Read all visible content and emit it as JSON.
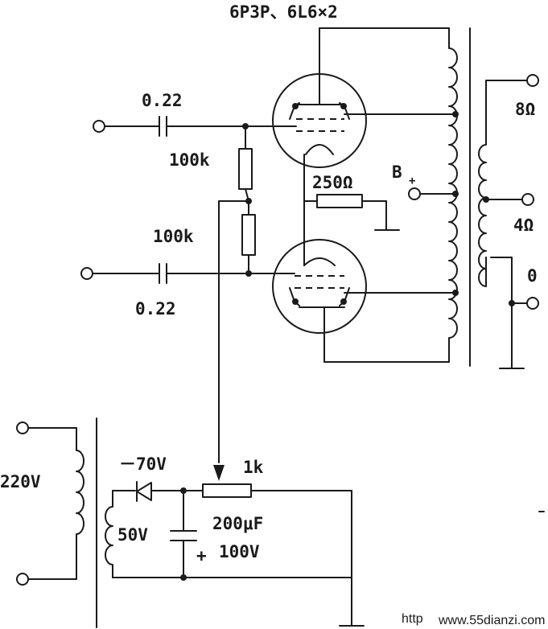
{
  "tube_label": "6P3P、6L6×2",
  "cap_top": "0.22",
  "cap_bottom": "0.22",
  "res_top": "100k",
  "res_bottom": "100k",
  "cathode_res": "250Ω",
  "bplus": "B",
  "bplus_sub": "+",
  "out_8": "8Ω",
  "out_4": "4Ω",
  "out_0": "0",
  "mains": "220V",
  "secondary": "50V",
  "bias_voltage": "－70V",
  "pot": "1k",
  "filter_cap": "200μF",
  "filter_cap_voltage": "100V",
  "filter_cap_polarity": "+",
  "watermark": "www.55dianzi.com",
  "watermark_partial": "http"
}
